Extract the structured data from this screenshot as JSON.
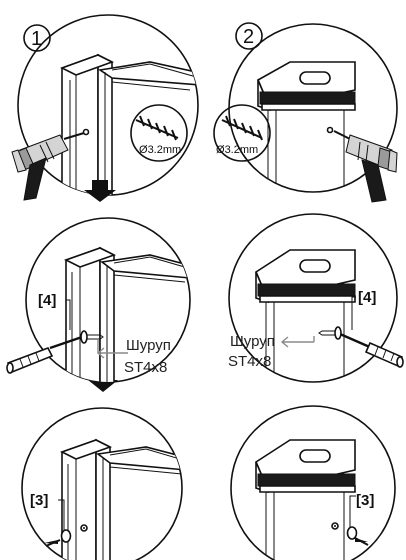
{
  "steps": {
    "step1": "1",
    "step2": "2"
  },
  "drill": {
    "left": "3.2mm",
    "right": "3.2mm",
    "diameter_symbol": "Ø"
  },
  "refs": {
    "screw_ref_left": "[4]",
    "screw_ref_right": "[4]",
    "cap_ref_left": "[3]",
    "cap_ref_right": "[3]"
  },
  "screw": {
    "left_line1": "Шуруп",
    "left_line2": "ST4x8",
    "right_line1": "Шуруп",
    "right_line2": "ST4x8"
  },
  "colors": {
    "line": "#111111",
    "guide_arrow": "#8a8a8a",
    "handle": "#1a1a1a"
  }
}
